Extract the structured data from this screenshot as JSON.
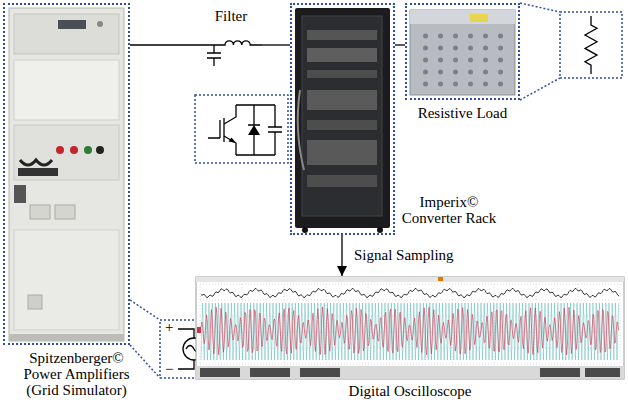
{
  "diagram": {
    "nodes": [
      {
        "text": [
          "Spitzenberger© Power Amplifiers (Grid Simulator)"
        ]
      },
      {
        "text": [
          "Filter"
        ]
      },
      {
        "text": [
          "Imperix© Converter Rack"
        ]
      },
      {
        "text": [
          "Resistive Load"
        ]
      },
      {
        "text": [
          "Digital Oscilloscope"
        ]
      }
    ],
    "edges": [
      {
        "from": 0,
        "to": 1,
        "arrow": "none"
      },
      {
        "from": 1,
        "to": 2,
        "arrow": "none"
      },
      {
        "from": 2,
        "to": 3,
        "arrow": "none"
      },
      {
        "from": 2,
        "to": 4,
        "arrow": "to",
        "label": "Signal Sampling"
      }
    ],
    "labels": [
      "+",
      "−"
    ]
  }
}
